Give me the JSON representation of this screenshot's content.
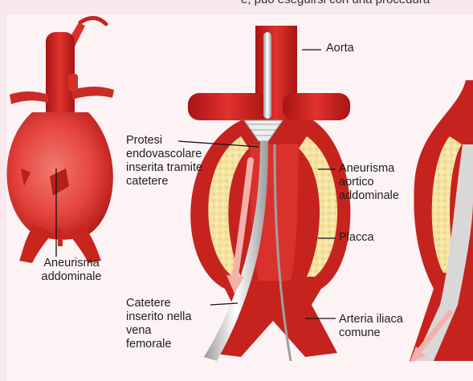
{
  "top_text": "e, può eseguirsi con una procedura",
  "labels": {
    "aneurisma_addominale": "Aneurisma\naddominale",
    "aorta": "Aorta",
    "protesi": "Protesi\nendovascolare\ninserita tramite\ncatetere",
    "aneurisma_aortico": "Aneurisma\naortico\naddominale",
    "placca": "Placca",
    "catetere": "Catetere\ninserito nella\nvena\nfemorale",
    "arteria_iliaca": "Arteria iliaca\ncomune"
  },
  "colors": {
    "page_bg": "#fdf3f4",
    "vessel": "#d92a26",
    "vessel_dark": "#9b1212",
    "plaque": "#f4e4a4",
    "catheter": "#e8e8e8",
    "leader": "#111111"
  }
}
